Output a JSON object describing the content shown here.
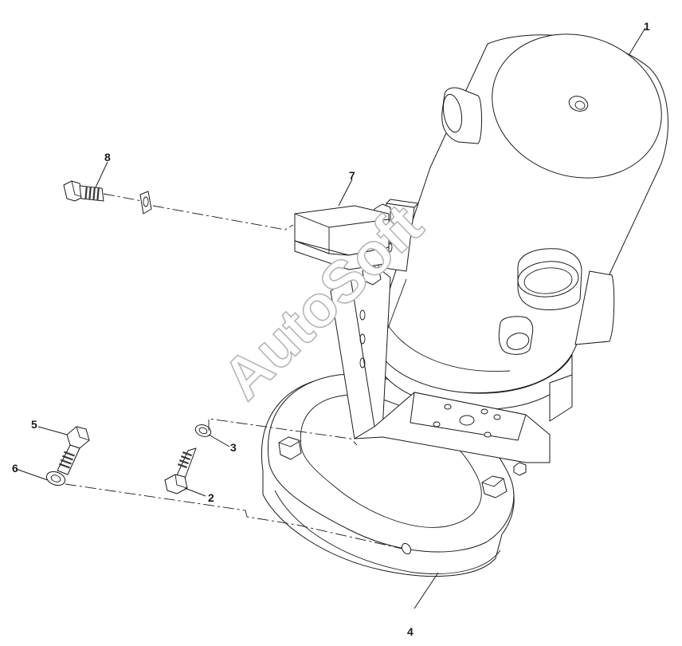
{
  "callouts": {
    "c1": "1",
    "c2": "2",
    "c3": "3",
    "c4": "4",
    "c5": "5",
    "c6": "6",
    "c7": "7",
    "c8": "8"
  },
  "watermark": "AutoSoft",
  "colors": {
    "line": "#1a1a1a",
    "watermark_outline": "#b5b5b5",
    "background": "#ffffff"
  }
}
